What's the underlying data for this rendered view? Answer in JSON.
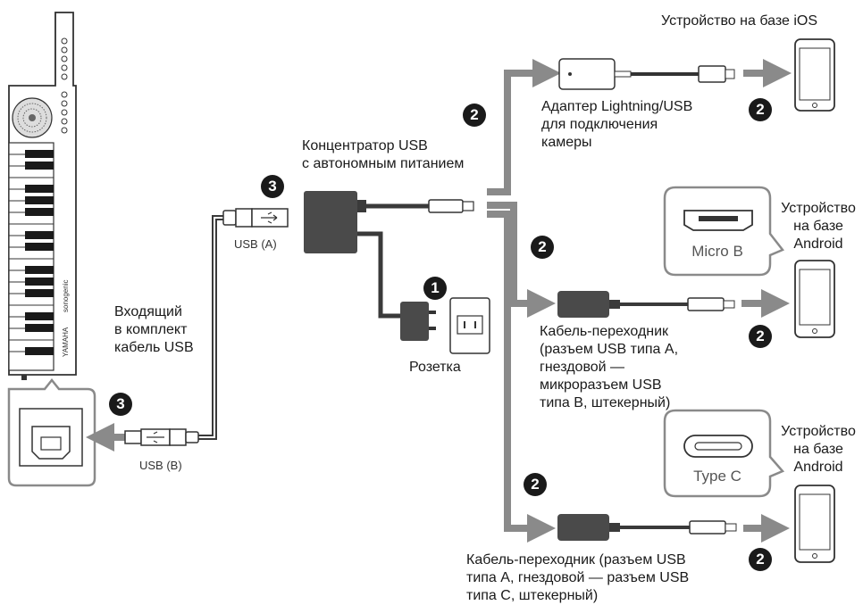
{
  "labels": {
    "ios_device": "Устройство на базе iOS",
    "lightning_adapter": "Адаптер Lightning/USB\nдля подключения\nкамеры",
    "usb_hub": "Концентратор USB\nс автономным питанием",
    "included_cable": "Входящий\nв комплект\nкабель USB",
    "usb_a": "USB (A)",
    "usb_b": "USB (B)",
    "outlet": "Розетка",
    "android_device_1": "Устройство\nна базе\nAndroid",
    "android_device_2": "Устройство\nна базе\nAndroid",
    "micro_b": "Micro B",
    "type_c": "Type C",
    "cable_micro_b": "Кабель-переходник\n(разъем USB типа A,\nгнездовой —\nмикроразъем USB\nтипа B, штекерный)",
    "cable_type_c": "Кабель-переходник (разъем USB\nтипа A, гнездовой — разъем USB\nтипа C, штекерный)"
  },
  "badges": {
    "step1": "1",
    "step2": "2",
    "step3": "3"
  },
  "device_marks": {
    "brand": "YAMAHA",
    "model": "sonogenic"
  },
  "colors": {
    "arrow_gray": "#8a8a8a",
    "device_dark": "#4a4a4a",
    "cable_dark": "#3a3a3a",
    "badge_black": "#1a1a1a"
  }
}
